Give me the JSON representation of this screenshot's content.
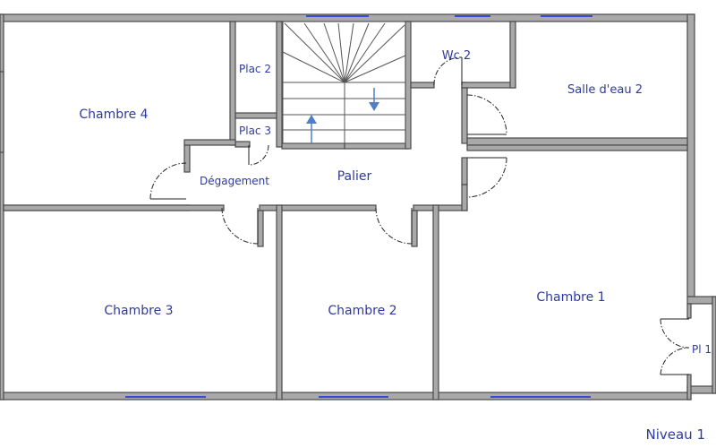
{
  "rooms": {
    "chambre4": "Chambre 4",
    "plac2": "Plac 2",
    "plac3": "Plac 3",
    "wc2": "Wc 2",
    "salle_eau2": "Salle d'eau 2",
    "degagement": "Dégagement",
    "palier": "Palier",
    "chambre3": "Chambre 3",
    "chambre2": "Chambre 2",
    "chambre1": "Chambre 1",
    "pl1": "Pl 1"
  },
  "level_label": "Niveau 1",
  "colors": {
    "wall_fill": "#a9a9a9",
    "wall_edge": "#4a4a4a",
    "label": "#2e3a9e",
    "window": "#3a4bd6",
    "stair_arrow": "#4f7fc9"
  }
}
